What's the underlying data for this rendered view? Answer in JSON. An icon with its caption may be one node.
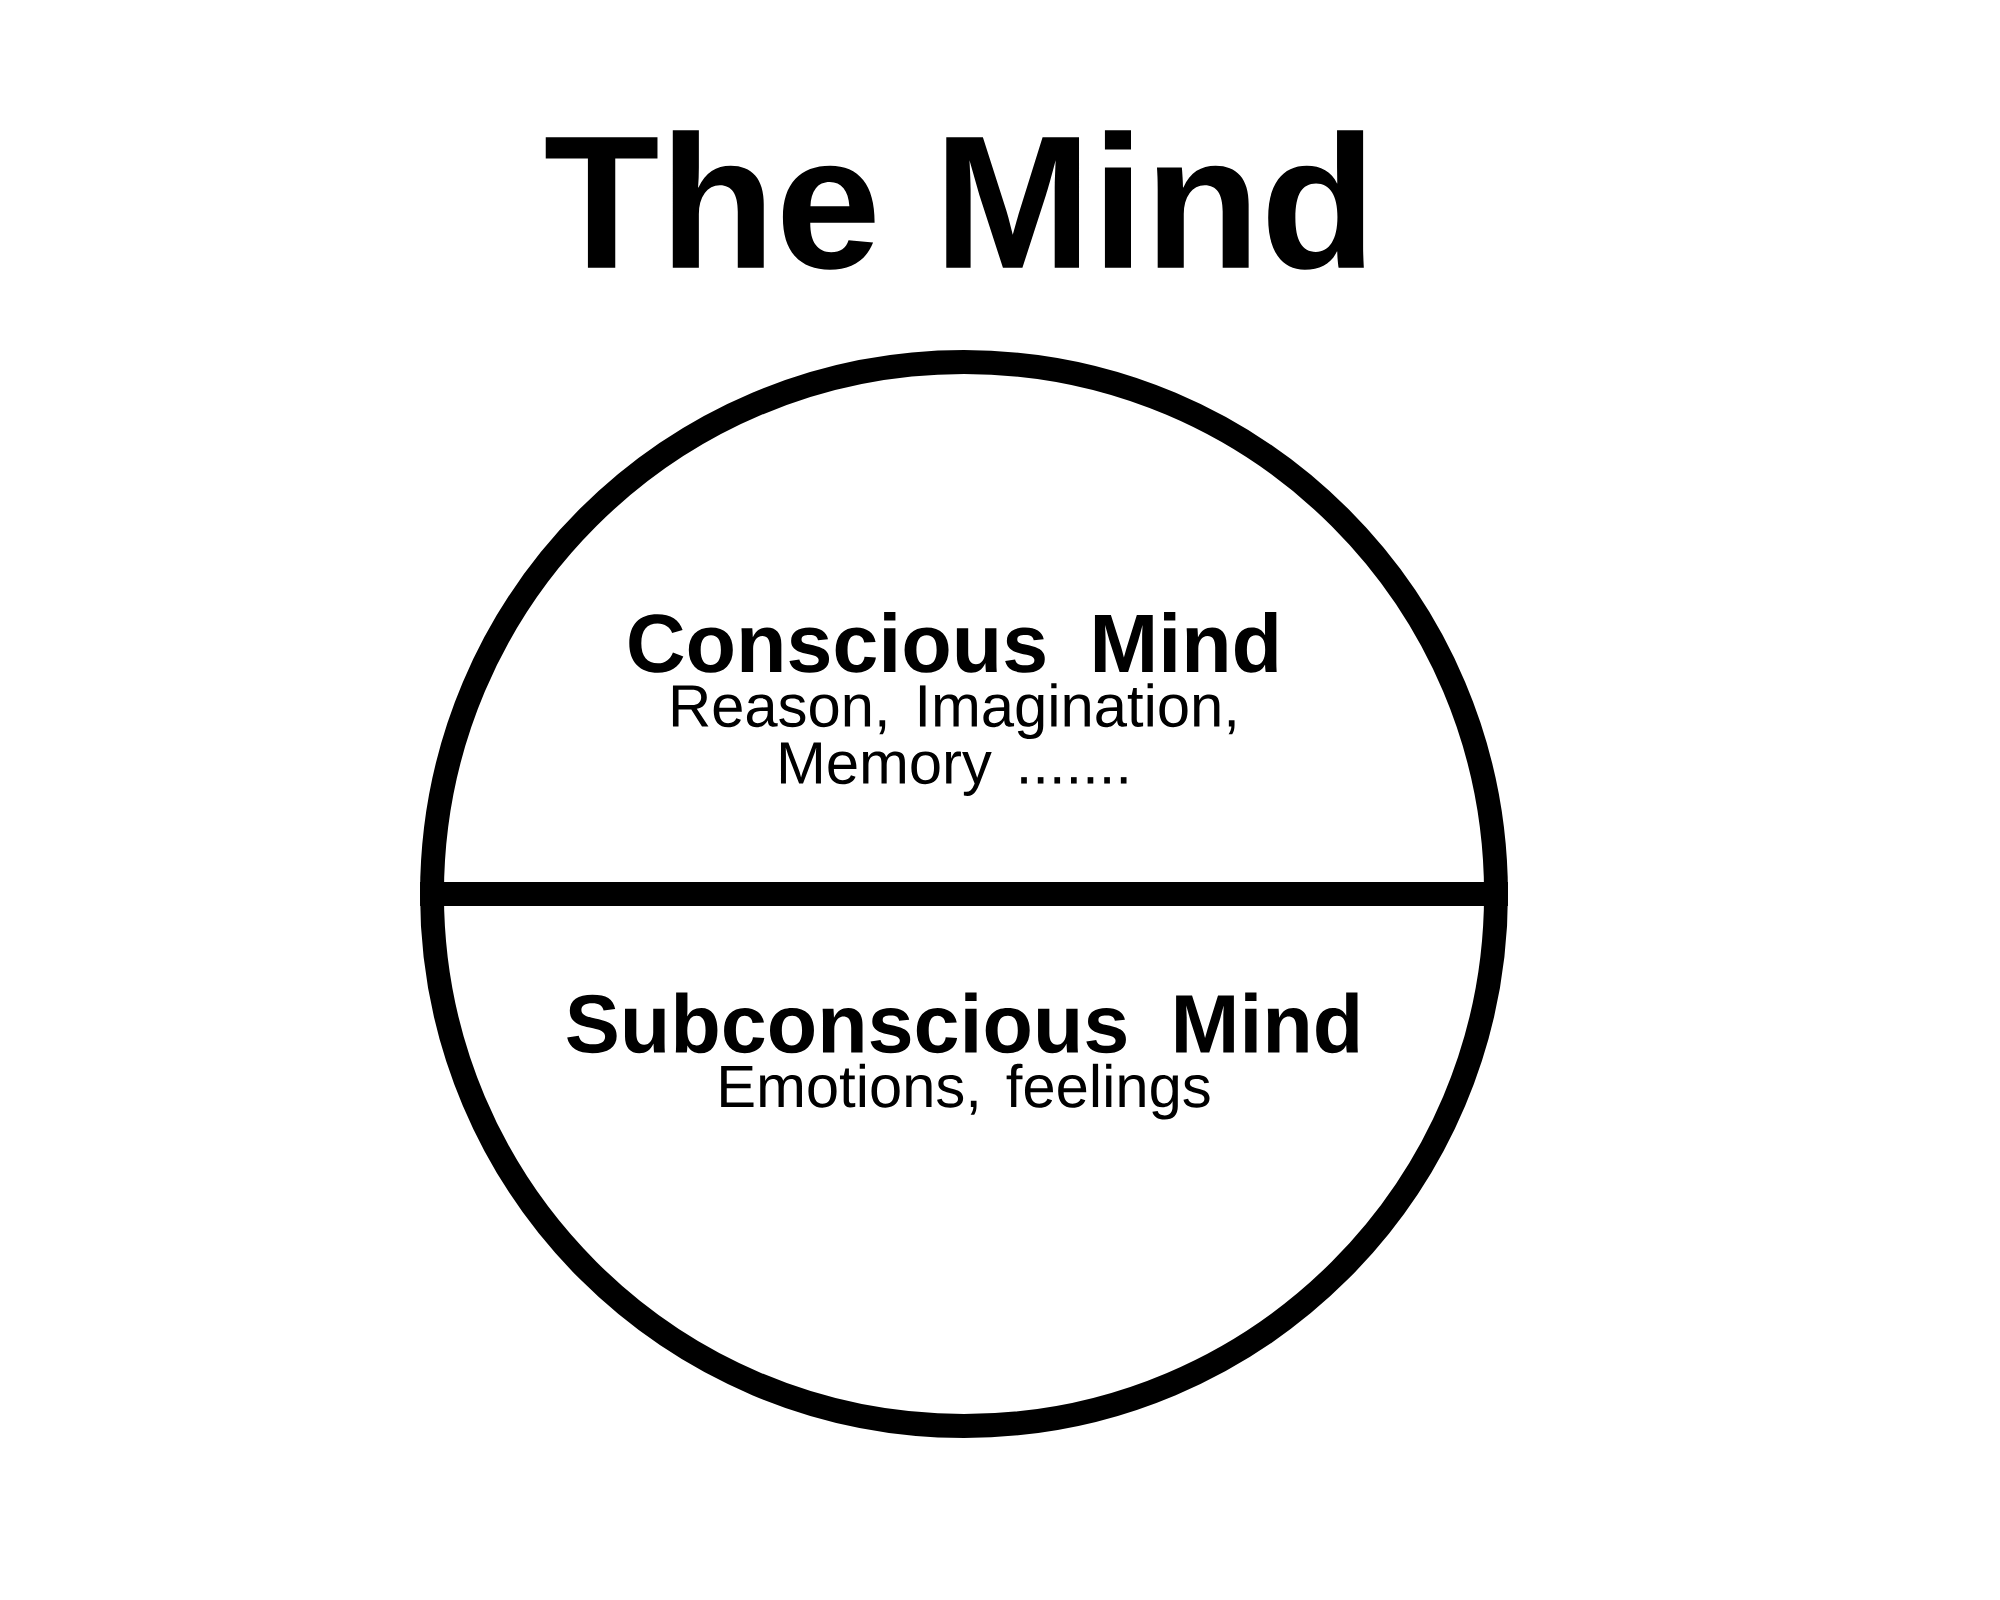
{
  "diagram": {
    "title": "The Mind",
    "nodes": [
      {
        "text": [],
        "shape": "circle"
      },
      {
        "text": [
          "Conscious Mind",
          "Reason, Imagination, Memory ......."
        ],
        "in": 0
      },
      {
        "text": [
          "Subconscious Mind",
          "Emotions, feelings"
        ],
        "in": 0
      }
    ]
  }
}
